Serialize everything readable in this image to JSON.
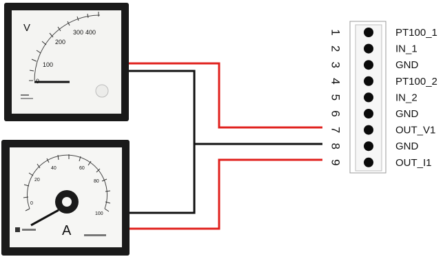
{
  "voltmeter": {
    "unit": "V",
    "scale": [
      "100",
      "200",
      "300",
      "400"
    ],
    "zero": "0"
  },
  "ammeter": {
    "unit": "A",
    "scale": [
      "20",
      "40",
      "60",
      "80",
      "100"
    ],
    "zero": "0"
  },
  "terminal": {
    "pins": [
      {
        "number": "1",
        "label": "PT100_1"
      },
      {
        "number": "2",
        "label": "IN_1"
      },
      {
        "number": "3",
        "label": "GND"
      },
      {
        "number": "4",
        "label": "PT100_2"
      },
      {
        "number": "5",
        "label": "IN_2"
      },
      {
        "number": "6",
        "label": "GND"
      },
      {
        "number": "7",
        "label": "OUT_V1"
      },
      {
        "number": "8",
        "label": "GND"
      },
      {
        "number": "9",
        "label": "OUT_I1"
      }
    ]
  },
  "colors": {
    "wire_red": "#e0201c",
    "wire_black": "#111111",
    "meter_frame": "#1a1a1a"
  }
}
